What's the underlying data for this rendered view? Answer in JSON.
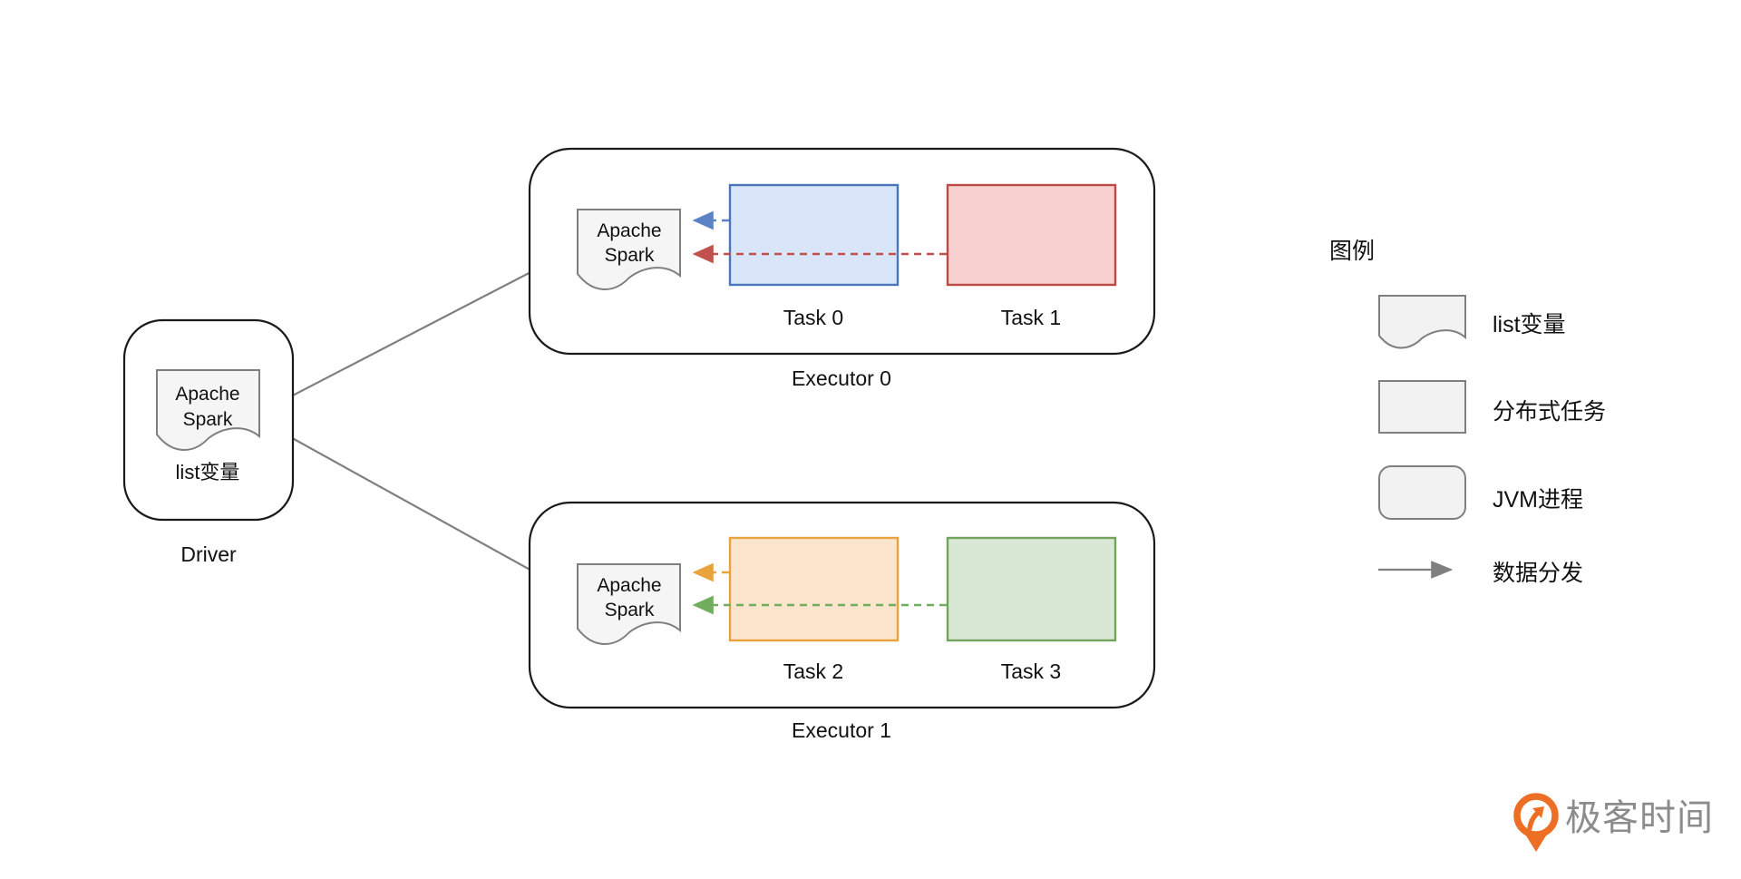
{
  "driver": {
    "title": "Driver",
    "doc": {
      "line1": "Apache",
      "line2": "Spark"
    },
    "caption": "list变量"
  },
  "executor0": {
    "title": "Executor 0",
    "doc": {
      "line1": "Apache",
      "line2": "Spark"
    },
    "task0_label": "Task 0",
    "task1_label": "Task 1"
  },
  "executor1": {
    "title": "Executor 1",
    "doc": {
      "line1": "Apache",
      "line2": "Spark"
    },
    "task2_label": "Task 2",
    "task3_label": "Task 3"
  },
  "legend": {
    "title": "图例",
    "items": [
      {
        "shape": "document",
        "label": "list变量"
      },
      {
        "shape": "rectangle",
        "label": "分布式任务"
      },
      {
        "shape": "rounded-rectangle",
        "label": "JVM进程"
      },
      {
        "shape": "arrow",
        "label": "数据分发"
      }
    ]
  },
  "logo": {
    "text": "极客时间"
  },
  "colors": {
    "task0_fill": "#d9e5f8",
    "task0_stroke": "#4a76b8",
    "task1_fill": "#f7d1d0",
    "task1_stroke": "#bb4a47",
    "task2_fill": "#fce5cd",
    "task2_stroke": "#e9a33d",
    "task3_fill": "#d9e8d4",
    "task3_stroke": "#74a45c",
    "arrow_gray": "#7f7f7f",
    "arrow_blue": "#5b82c4",
    "arrow_red": "#c0504d",
    "arrow_orange": "#e9a33d",
    "arrow_green": "#70ad5c",
    "doc_fill": "#f5f5f5",
    "doc_stroke": "#7f7f7f",
    "legend_shape_fill": "#f2f2f2",
    "container_stroke": "#1a1a1a",
    "logo_orange": "#ed6f25",
    "logo_text_color": "#8c8c8c"
  }
}
